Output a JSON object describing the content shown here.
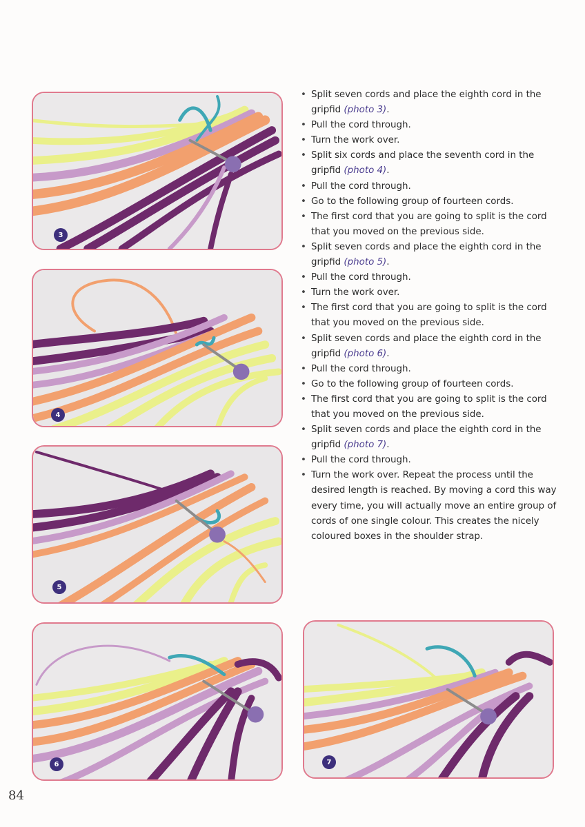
{
  "steps": [
    {
      "text": "Split seven cords and place the eighth cord in the gripfid ",
      "ref": "(photo 3)",
      "after": "."
    },
    {
      "text": "Pull the cord through.",
      "ref": "",
      "after": ""
    },
    {
      "text": "Turn the work over.",
      "ref": "",
      "after": ""
    },
    {
      "text": "Split six cords and place the seventh cord in the gripfid ",
      "ref": "(photo 4)",
      "after": "."
    },
    {
      "text": "Pull the cord through.",
      "ref": "",
      "after": ""
    },
    {
      "text": "Go to the following group of fourteen cords.",
      "ref": "",
      "after": ""
    },
    {
      "text": "The first cord that you are going to split is the cord that you moved on the previous side.",
      "ref": "",
      "after": ""
    },
    {
      "text": "Split seven cords and place the eighth cord in the gripfid ",
      "ref": "(photo 5)",
      "after": "."
    },
    {
      "text": "Pull the cord through.",
      "ref": "",
      "after": ""
    },
    {
      "text": "Turn the work over.",
      "ref": "",
      "after": ""
    },
    {
      "text": "The first cord that you are going to split is the cord that you moved on the previous side.",
      "ref": "",
      "after": ""
    },
    {
      "text": "Split seven cords and place the eighth cord in the gripfid ",
      "ref": "(photo 6)",
      "after": "."
    },
    {
      "text": "Pull the cord through.",
      "ref": "",
      "after": ""
    },
    {
      "text": "Go to the following group of fourteen cords.",
      "ref": "",
      "after": ""
    },
    {
      "text": "The first cord that you are going to split is the cord that you moved on the previous side.",
      "ref": "",
      "after": ""
    },
    {
      "text": "Split seven cords and place the eighth cord in the gripfid ",
      "ref": "(photo 7)",
      "after": "."
    },
    {
      "text": "Pull the cord through.",
      "ref": "",
      "after": ""
    },
    {
      "text": "Turn the work over. Repeat the process until the desired length is reached. By moving a cord this way every time, you will actually move an entire group of cords of one single colour. This creates the nicely coloured boxes in the shoulder strap.",
      "ref": "",
      "after": ""
    }
  ],
  "photos": [
    {
      "number": "3"
    },
    {
      "number": "4"
    },
    {
      "number": "5"
    },
    {
      "number": "6"
    },
    {
      "number": "7"
    }
  ],
  "page_number": "84",
  "colors": {
    "frame": "#e07a8e",
    "badge": "#3d2f7c",
    "cord_purple": "#6e2a6b",
    "cord_lilac": "#c79ac9",
    "cord_orange": "#f2a06e",
    "cord_yellow": "#eaf08a",
    "cord_teal": "#3fa7b5",
    "bead": "#8a6fb1"
  }
}
